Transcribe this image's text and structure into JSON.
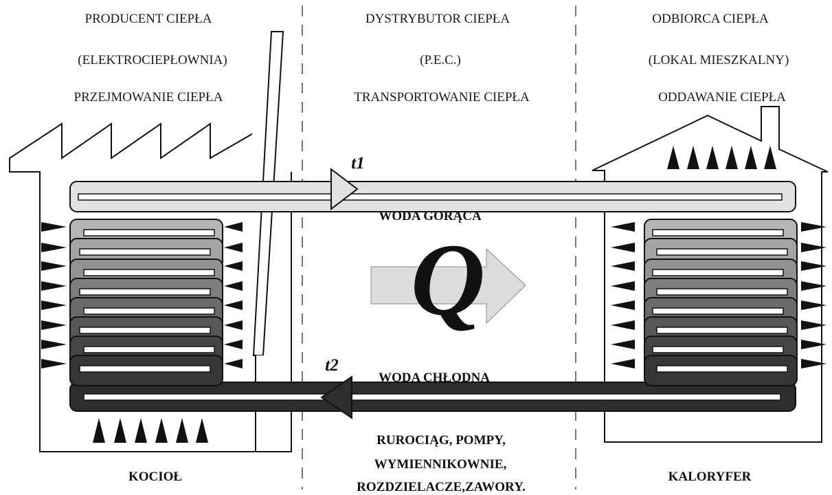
{
  "producer": {
    "title": "PRODUCENT CIEPŁA",
    "subtitle": "(ELEKTROCIEPŁOWNIA)",
    "role": "PRZEJMOWANIE CIEPŁA",
    "device": "KOCIOŁ"
  },
  "distributor": {
    "title": "DYSTRYBUTOR CIEPŁA",
    "subtitle": "(P.E.C.)",
    "role": "TRANSPORTOWANIE CIEPŁA",
    "infra": [
      "RUROCIĄG, POMPY,",
      "WYMIENNIKOWNIE,",
      "ROZDZIELACZE,ZAWORY."
    ]
  },
  "consumer": {
    "title": "ODBIORCA CIEPŁA",
    "subtitle": "(LOKAL MIESZKALNY)",
    "role": "ODDAWANIE CIEPŁA",
    "device": "KALORYFER"
  },
  "pipes": {
    "supply_temp": "t1",
    "supply_label": "WODA GORĄCA",
    "return_temp": "t2",
    "return_label": "WODA CHŁODNA"
  },
  "heat_symbol": "Q",
  "colors": {
    "hot": "#e2e2e2",
    "cold": "#2e2e2e",
    "outline": "#111111",
    "divider": "#777777"
  }
}
